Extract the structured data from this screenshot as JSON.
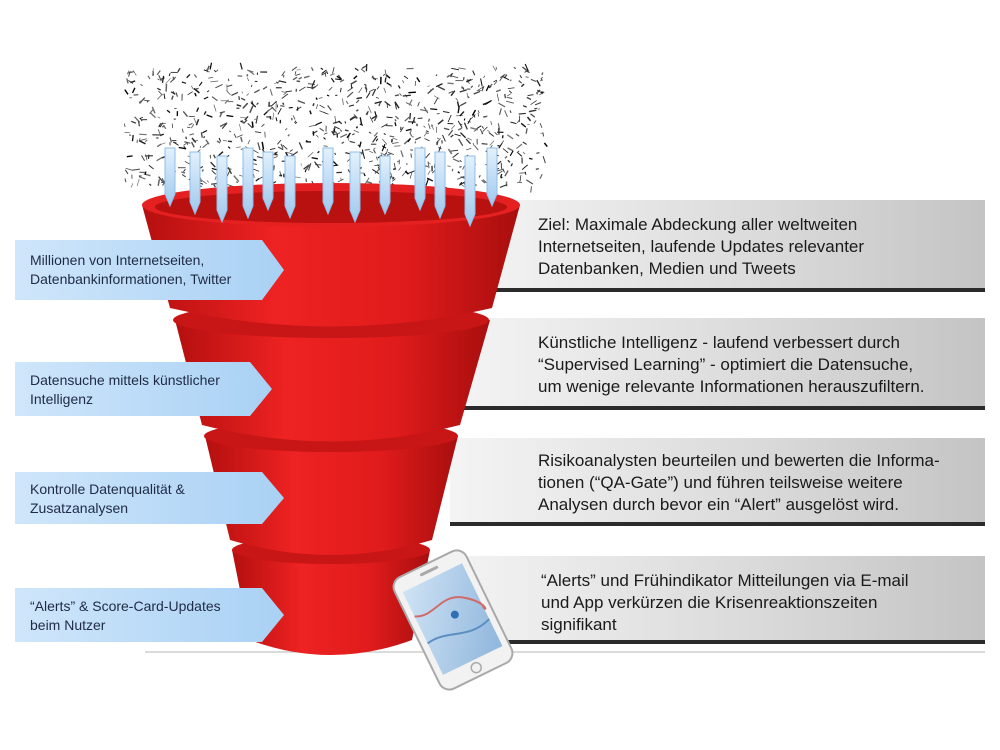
{
  "colors": {
    "funnel_red": "#e01b1b",
    "funnel_red_dark": "#a80e0e",
    "arrow_blue": "#bcdcf7",
    "panel_gray": "#d2d2d2"
  },
  "icons": [
    "data-noise-icon",
    "down-arrow-icon",
    "smartphone-map-icon"
  ],
  "stages": [
    {
      "left_label": [
        "Millionen von Internetseiten,",
        "Datenbankinformationen, Twitter"
      ],
      "right_text": [
        "Ziel: Maximale Abdeckung aller weltweiten",
        "Internetseiten, laufende Updates relevanter",
        "Datenbanken, Medien und Tweets"
      ]
    },
    {
      "left_label": [
        "Datensuche mittels künstlicher",
        "Intelligenz"
      ],
      "right_text": [
        "Künstliche Intelligenz - laufend verbessert durch",
        "“Supervised Learning” - optimiert die Datensuche,",
        "um wenige relevante Informationen herauszufiltern."
      ]
    },
    {
      "left_label": [
        "Kontrolle Datenqualität &",
        "Zusatzanalysen"
      ],
      "right_text": [
        "Risikoanalysten beurteilen und bewerten die Informa-",
        "tionen (“QA-Gate”) und führen teilsweise weitere",
        "Analysen durch bevor ein “Alert” ausgelöst wird."
      ]
    },
    {
      "left_label": [
        "“Alerts” & Score-Card-Updates",
        "beim Nutzer"
      ],
      "right_text": [
        "“Alerts” und Frühindikator Mitteilungen via E-mail",
        "und App verkürzen die Krisenreaktionszeiten",
        "signifikant"
      ]
    }
  ]
}
